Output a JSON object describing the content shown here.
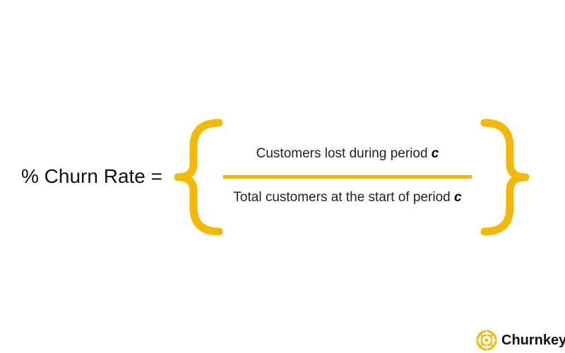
{
  "formula": {
    "label": "% Churn Rate =",
    "numerator": {
      "text": "Customers lost during period ",
      "variable": "c"
    },
    "denominator": {
      "text": "Total customers at the start of period ",
      "variable": "c"
    }
  },
  "brand": {
    "name": "Churnkey",
    "icon": "churnkey-logo-icon"
  },
  "colors": {
    "accent": "#F5B800",
    "text": "#111111",
    "background": "#FFFFFF"
  }
}
